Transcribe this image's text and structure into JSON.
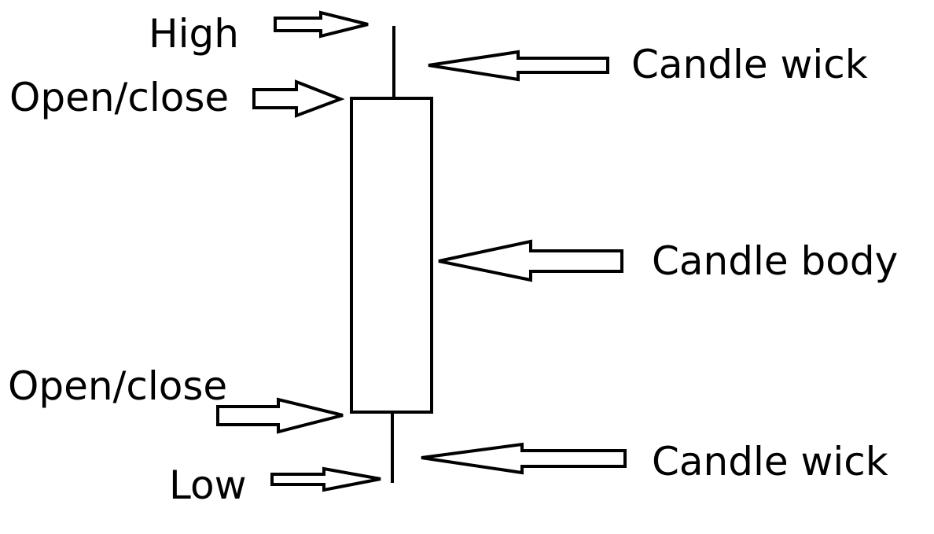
{
  "labels": {
    "high": "High",
    "open_close_top": "Open/close",
    "open_close_bottom": "Open/close",
    "low": "Low",
    "candle_wick_top": "Candle wick",
    "candle_body": "Candle body",
    "candle_wick_bottom": "Candle wick"
  },
  "colors": {
    "stroke": "#000000",
    "background": "#ffffff"
  }
}
